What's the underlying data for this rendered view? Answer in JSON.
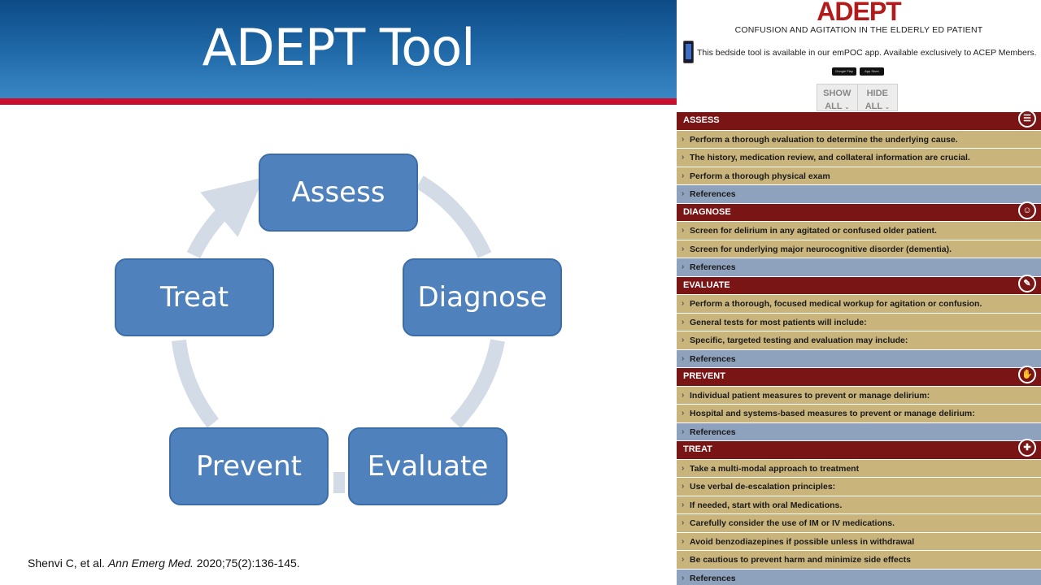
{
  "slide": {
    "title": "ADEPT Tool",
    "cycle": [
      "Assess",
      "Diagnose",
      "Evaluate",
      "Prevent",
      "Treat"
    ],
    "citation_authors": "Shenvi C, et al. ",
    "citation_journal": "Ann Emerg Med.",
    "citation_details": " 2020;75(2):136-145.",
    "colors": {
      "box": "#4f81bd",
      "arrow": "#d3dbe6",
      "header": "#1d65a4",
      "accent_bar": "#c8102e"
    }
  },
  "web": {
    "logo": "ADEPT",
    "subtitle": "CONFUSION AND AGITATION IN THE ELDERLY ED PATIENT",
    "app_note": "This bedside tool is available in our emPOC app. Available exclusively to ACEP Members.",
    "store_badges": [
      "Google Play",
      "App Store"
    ],
    "show_all": "SHOW ALL",
    "hide_all": "HIDE ALL",
    "sections": [
      {
        "title": "ASSESS",
        "icon": "checklist-icon",
        "items": [
          "Perform a thorough evaluation to determine the underlying cause.",
          "The history, medication review, and collateral information are crucial.",
          "Perform a thorough physical exam"
        ],
        "references": "References"
      },
      {
        "title": "DIAGNOSE",
        "icon": "person-icon",
        "items": [
          "Screen for delirium in any agitated or confused older patient.",
          "Screen for underlying major neurocognitive disorder (dementia)."
        ],
        "references": "References"
      },
      {
        "title": "EVALUATE",
        "icon": "edit-icon",
        "items": [
          "Perform a thorough, focused medical workup for agitation or confusion.",
          "General tests for most patients will include:",
          "Specific, targeted testing and evaluation may include:"
        ],
        "references": "References"
      },
      {
        "title": "PREVENT",
        "icon": "hand-icon",
        "items": [
          "Individual patient measures to prevent or manage delirium:",
          "Hospital and systems-based measures to prevent or manage delirium:"
        ],
        "references": "References"
      },
      {
        "title": "TREAT",
        "icon": "first-aid-icon",
        "items": [
          "Take a multi-modal approach to treatment",
          "Use verbal de-escalation principles:",
          "If needed, start with oral Medications.",
          "Carefully consider the use of IM or IV medications.",
          "Avoid benzodiazepines if possible unless in withdrawal",
          "Be cautious to prevent harm and minimize side effects"
        ],
        "references": "References"
      }
    ],
    "colors": {
      "section": "#7a1515",
      "item": "#c9b47c",
      "reference": "#8ea1bd",
      "logo": "#b31b1b"
    }
  }
}
